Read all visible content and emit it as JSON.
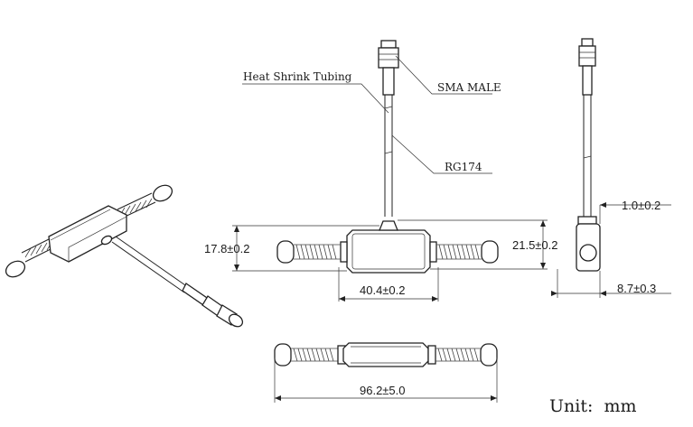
{
  "labels": {
    "heat_shrink": "Heat Shrink Tubing",
    "sma_male": "SMA MALE",
    "rg174": "RG174"
  },
  "dimensions": {
    "height_left": "17.8±0.2",
    "height_right": "21.5±0.2",
    "body_length": "40.4±0.2",
    "total_length": "96.2±5.0",
    "side_gap": "1.0±0.2",
    "side_depth": "8.7±0.3"
  },
  "unit_text": "Unit:  mm"
}
